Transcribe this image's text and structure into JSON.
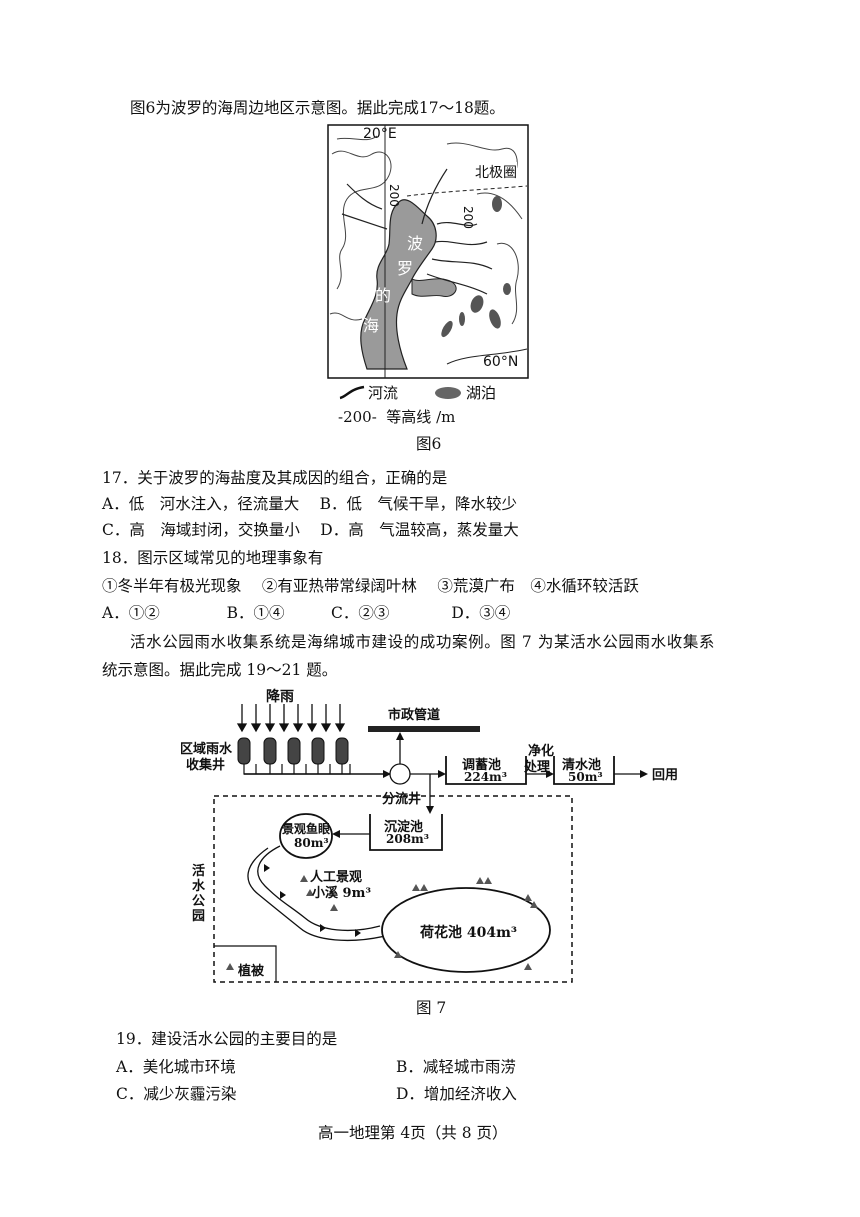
{
  "intro6": "图6为波罗的海周边地区示意图。据此完成17～18题。",
  "map": {
    "lon": "20°E",
    "lat": "60°N",
    "arctic": "北极圈",
    "contour1": "200",
    "contour2": "200",
    "sea": [
      "波",
      "罗",
      "的",
      "海"
    ],
    "legend_river": "河流",
    "legend_lake": "湖泊",
    "legend_contour": "-200-  等高线 /m"
  },
  "fig6_caption": "图6",
  "q17": "17．关于波罗的海盐度及其成因的组合，正确的是",
  "q17_ab": "A．低　河水注入，径流量大　 B．低　气候干旱，降水较少",
  "q17_cd": "C．高　海域封闭，交换量小　 D．高　气温较高，蒸发量大",
  "q18": "18．图示区域常见的地理事象有",
  "q18_items": "①冬半年有极光现象　 ②有亚热带常绿阔叶林　 ③荒漠广布　④水循环较活跃",
  "q18_opts": "A．①②　　　　 B．①④　　　C．②③　　　　D．③④",
  "intro7_a": "活水公园雨水收集系统是海绵城市建设的成功案例。图 7 为某活水公园雨水收集系",
  "intro7_b": "统示意图。据此完成 19～21 题。",
  "diagram": {
    "rain": "降雨",
    "well": [
      "区域雨水",
      "收集井"
    ],
    "pipe": "市政管道",
    "split": "分流井",
    "storage": "调蓄池",
    "storage_vol": "224m³",
    "purify": [
      "净化",
      "处理"
    ],
    "clear": "清水池",
    "clear_vol": "50m³",
    "reuse": "回用",
    "settle": "沉淀池",
    "settle_vol": "208m³",
    "fisheye": "景观鱼眼",
    "fisheye_vol": "80m³",
    "stream": [
      "人工景观",
      "小溪 9m³"
    ],
    "lotus": "荷花池 404m³",
    "park": [
      "活",
      "水",
      "公",
      "园"
    ],
    "veg": "植被"
  },
  "fig7_caption": "图 7",
  "q19": "19．建设活水公园的主要目的是",
  "q19_a": "A．美化城市环境",
  "q19_b": "B．减轻城市雨涝",
  "q19_c": "C．减少灰霾污染",
  "q19_d": "D．增加经济收入",
  "footer": "高一地理第 4页（共 8 页）"
}
